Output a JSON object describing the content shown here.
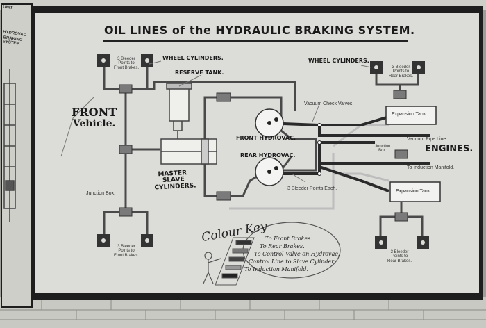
{
  "title": "OIL LINES of the HYDRAULIC BRAKING SYSTEM.",
  "left_panel": {
    "line1": "UNIT",
    "line2": "HYDROVAC",
    "line3": "BRAKING SYSTEM"
  },
  "labels": {
    "wheel_cylinders_left": "WHEEL CYLINDERS.",
    "wheel_cylinders_right": "WHEEL CYLINDERS.",
    "reserve_tank": "RESERVE TANK.",
    "front_vehicle_line1": "FRONT",
    "front_vehicle_line2": "Vehicle.",
    "bleeder_top_left": "3 Bleeder\nPoints to\nFront Brakes.",
    "bleeder_top_right": "3 Bleeder\nPoints to\nRear Brakes.",
    "bleeder_bottom_left": "3 Bleeder\nPoints to\nFront Brakes.",
    "bleeder_bottom_right": "3 Bleeder\nPoints to\nRear Brakes.",
    "junction_box_left": "Junction Box.",
    "junction_box_right": "Junction\nBox.",
    "master_slave_line1": "MASTER",
    "master_slave_line2": "SLAVE",
    "master_slave_line3": "CYLINDERS.",
    "front_hydrovac": "FRONT HYDROVAC.",
    "rear_hydrovac": "REAR HYDROVAC.",
    "vacuum_check_valves": "Vacuum Check Valves.",
    "bleeder_each": "3 Bleeder Points Each.",
    "expansion_tank_top": "Expansion Tank.",
    "expansion_tank_bottom": "Expansion Tank.",
    "vacuum_pipe_line": "Vacuum Pipe Line.",
    "engines": "ENGINES.",
    "to_induction_manifold": "To Induction Manifold."
  },
  "colour_key": {
    "title": "Colour Key",
    "items": [
      "To Front Brakes.",
      "To Rear Brakes.",
      "To Control Valve on Hydrovac.",
      "Control Line to Slave Cylinder.",
      "To Induction Manifold."
    ]
  },
  "colors": {
    "board": "#dcdcd8",
    "frame": "#1e1e1e",
    "wall": "#b5b5b0",
    "oil_line": "#4a4a4a",
    "vacuum_line": "#2a2a2a",
    "light_line": "#bdbdbd"
  }
}
